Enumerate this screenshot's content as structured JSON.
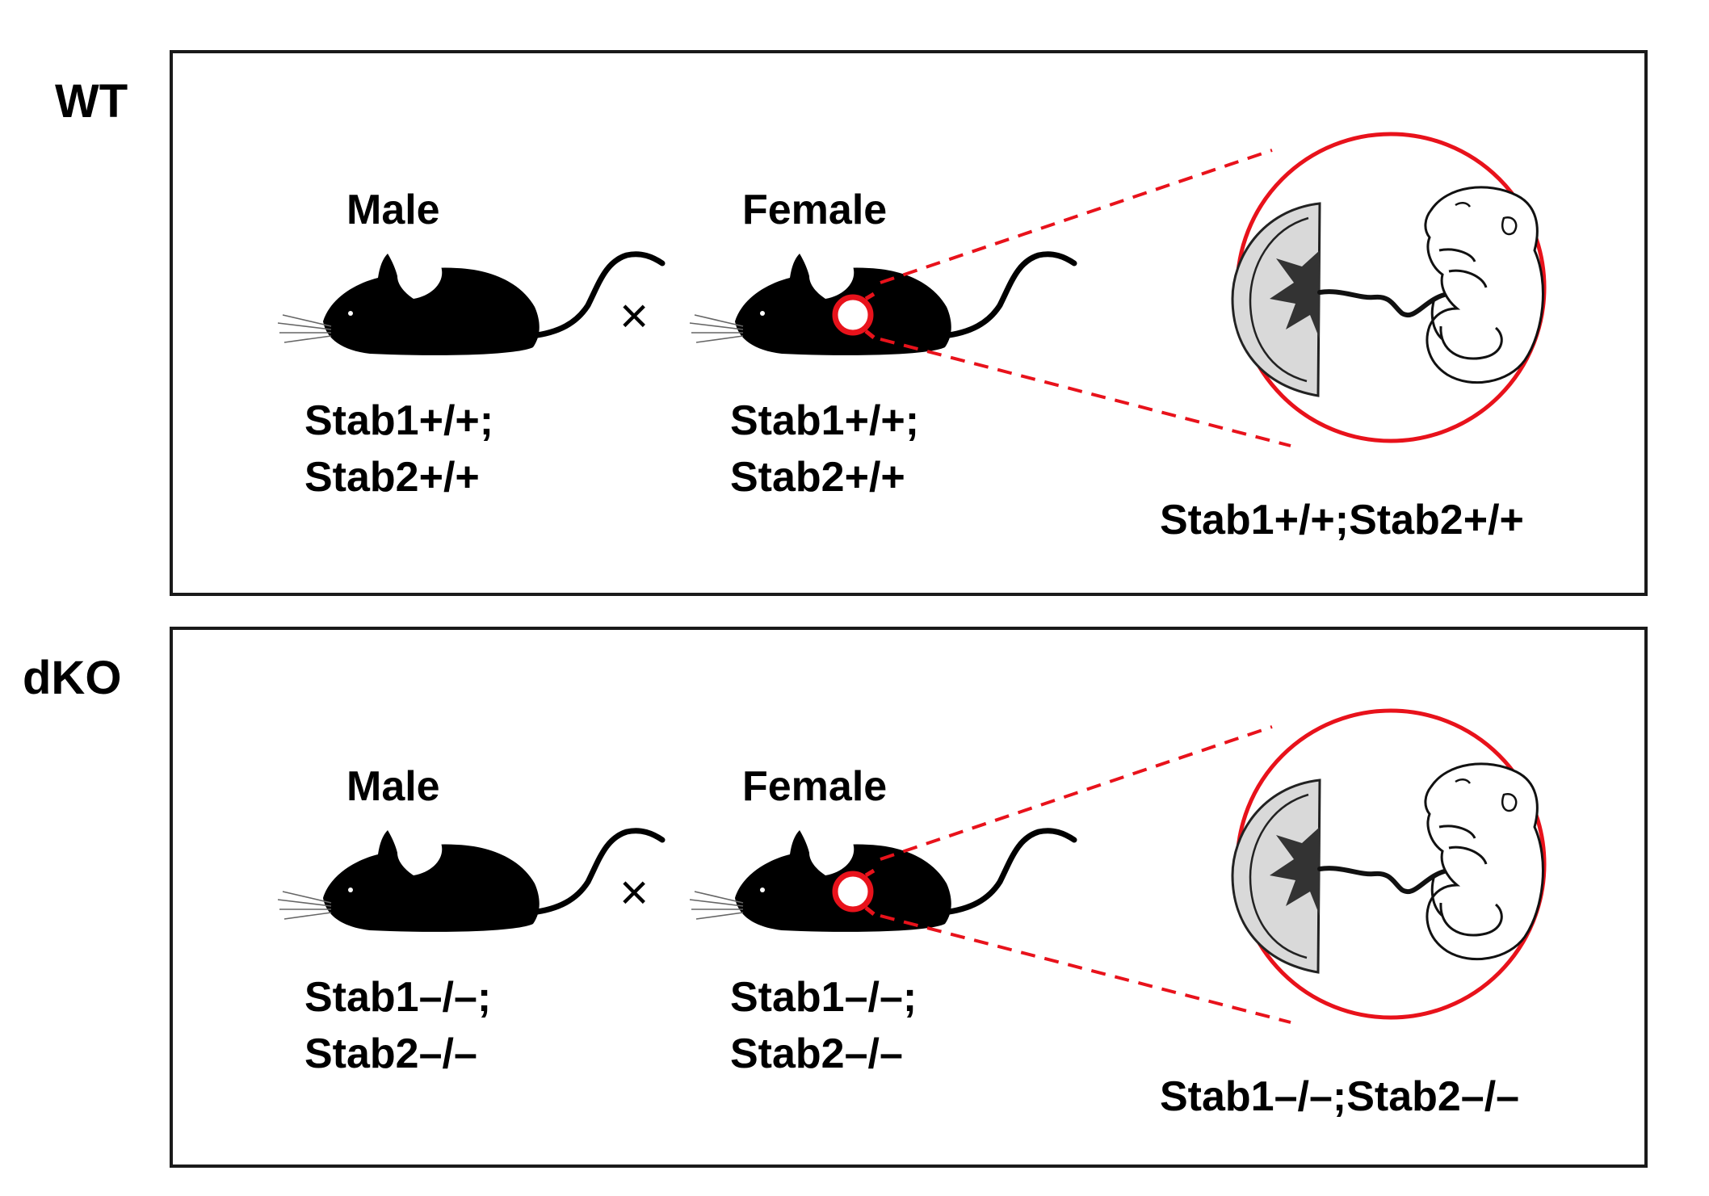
{
  "panels": [
    {
      "label": "WT",
      "male": {
        "sex": "Male",
        "geno_line1": "Stab1+/+;",
        "geno_line2": "Stab2+/+"
      },
      "cross": "×",
      "female": {
        "sex": "Female",
        "geno_line1": "Stab1+/+;",
        "geno_line2": "Stab2+/+"
      },
      "offspring": "Stab1+/+;Stab2+/+"
    },
    {
      "label": "dKO",
      "male": {
        "sex": "Male",
        "geno_line1": "Stab1–/–;",
        "geno_line2": "Stab2–/–"
      },
      "cross": "×",
      "female": {
        "sex": "Female",
        "geno_line1": "Stab1–/–;",
        "geno_line2": "Stab2–/–"
      },
      "offspring": "Stab1–/–;Stab2–/–"
    }
  ],
  "colors": {
    "highlight": "#e8121b",
    "mouse": "#000000",
    "border": "#1a1a1a",
    "placenta": "#d9d9d9"
  },
  "icons": [
    "mouse-silhouette-icon",
    "uterus-marker-icon",
    "embryo-placenta-icon"
  ]
}
